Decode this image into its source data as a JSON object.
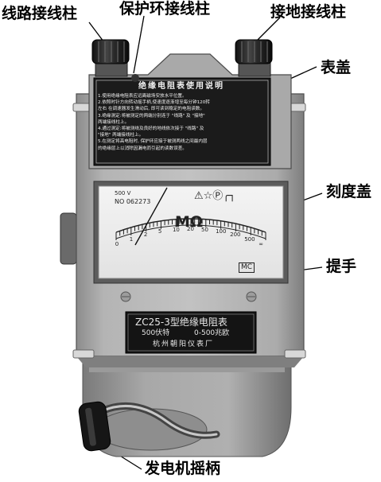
{
  "callouts": {
    "line_terminal": "线路接线柱",
    "guard_terminal": "保护环接线柱",
    "earth_terminal": "接地接线柱",
    "cover": "表盖",
    "scale_cover": "刻度盖",
    "handle": "提手",
    "crank": "发电机摇柄"
  },
  "instructions": {
    "title": "绝缘电阻表使用说明",
    "lines": [
      "1.使用绝缘电阻表应远离磁场安放水平位置。",
      "2.依照时针方向转动摇手柄,使速度逐渐增至每分钟120转",
      "左右 在调速器发生滑动后, 即可读到稳定的电阻读数。",
      "3.绝缘测定:将被测定的两端分别连于 \"线路\" 及 \"接地\"",
      "两端接线柱上。",
      "4.通过测定:将被测绕及良好的地线依次接于 \"线路\" 及",
      "\"接地\" 两端接线柱上。",
      "5.在测定将高电阻时, 保护环应接于被测两线之间最内层",
      "的绝缘层上以消除因漏电而引起的读数误差。"
    ]
  },
  "dial": {
    "voltage": "500 V",
    "serial": "NO 062273",
    "unit": "MΩ",
    "marks": "⚠☆Ⓟ╭┐",
    "badge": "MC",
    "scale_labels": [
      "0",
      "1",
      "2",
      "5",
      "10",
      "20",
      "50",
      "100",
      "200",
      "500",
      "∞"
    ]
  },
  "nameplate": {
    "model": "ZC25-3型绝缘电阻表",
    "spec_voltage": "500伏特",
    "spec_range": "0-500兆欧",
    "maker": "杭州朝阳仪表厂"
  }
}
